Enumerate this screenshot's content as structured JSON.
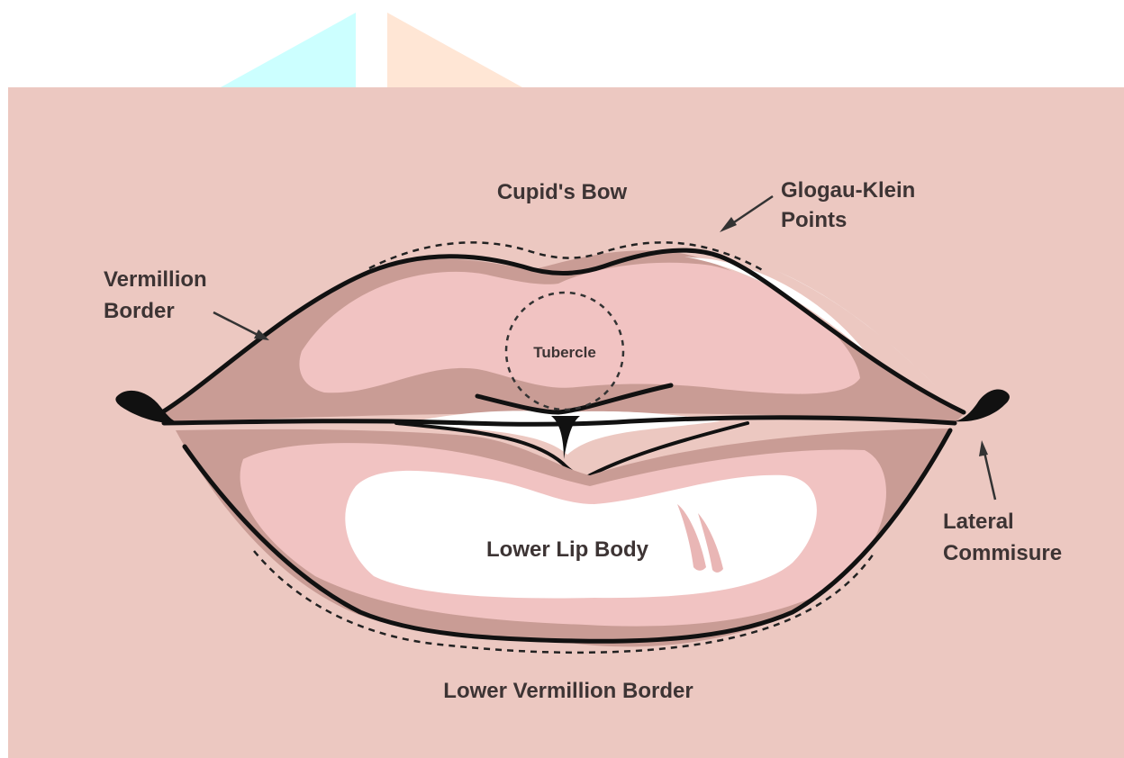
{
  "colors": {
    "background_panel": "#ecc8c1",
    "deco_cyan": "#ccffff",
    "deco_peach": "#ffe6d5",
    "lip_dark": "#c99c95",
    "lip_mid": "#e2b0aa",
    "lip_light": "#f1c3c2",
    "highlight": "#ffffff",
    "outline": "#111111",
    "label_text": "#3d3434"
  },
  "labels": {
    "cupids_bow": "Cupid's Bow",
    "glogau_klein_line1": "Glogau-Klein",
    "glogau_klein_line2": "Points",
    "vermillion_line1": "Vermillion",
    "vermillion_line2": "Border",
    "tubercle": "Tubercle",
    "lower_lip_body": "Lower Lip Body",
    "lateral_line1": "Lateral",
    "lateral_line2": "Commisure",
    "lower_vermillion": "Lower Vermillion Border"
  }
}
